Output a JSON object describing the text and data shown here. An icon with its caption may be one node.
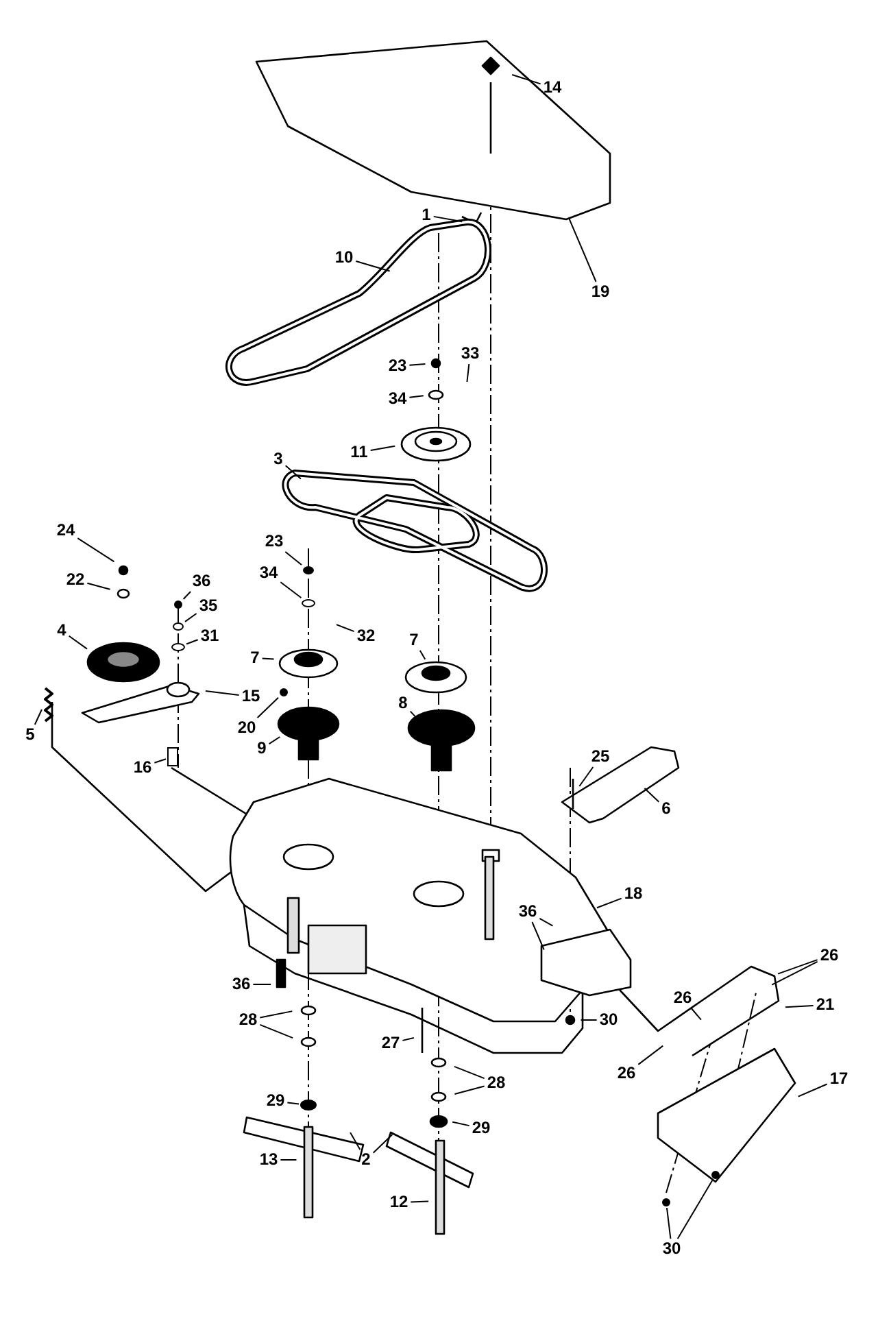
{
  "diagram": {
    "nodes": [
      {
        "text": [
          "14"
        ]
      },
      {
        "text": [
          "1"
        ]
      },
      {
        "text": [
          "19"
        ]
      },
      {
        "text": [
          "10"
        ]
      },
      {
        "text": [
          "23"
        ]
      },
      {
        "text": [
          "33"
        ]
      },
      {
        "text": [
          "34"
        ]
      },
      {
        "text": [
          "11"
        ]
      },
      {
        "text": [
          "3"
        ]
      },
      {
        "text": [
          "24"
        ]
      },
      {
        "text": [
          "23"
        ]
      },
      {
        "text": [
          "36"
        ]
      },
      {
        "text": [
          "22"
        ]
      },
      {
        "text": [
          "34"
        ]
      },
      {
        "text": [
          "35"
        ]
      },
      {
        "text": [
          "4"
        ]
      },
      {
        "text": [
          "31"
        ]
      },
      {
        "text": [
          "32"
        ]
      },
      {
        "text": [
          "7"
        ]
      },
      {
        "text": [
          "7"
        ]
      },
      {
        "text": [
          "15"
        ]
      },
      {
        "text": [
          "5"
        ]
      },
      {
        "text": [
          "20"
        ]
      },
      {
        "text": [
          "8"
        ]
      },
      {
        "text": [
          "9"
        ]
      },
      {
        "text": [
          "16"
        ]
      },
      {
        "text": [
          "25"
        ]
      },
      {
        "text": [
          "6"
        ]
      },
      {
        "text": [
          "18"
        ]
      },
      {
        "text": [
          "36"
        ]
      },
      {
        "text": [
          "26"
        ]
      },
      {
        "text": [
          "26"
        ]
      },
      {
        "text": [
          "21"
        ]
      },
      {
        "text": [
          "36"
        ]
      },
      {
        "text": [
          "30"
        ]
      },
      {
        "text": [
          "28"
        ]
      },
      {
        "text": [
          "26"
        ]
      },
      {
        "text": [
          "27"
        ]
      },
      {
        "text": [
          "17"
        ]
      },
      {
        "text": [
          "28"
        ]
      },
      {
        "text": [
          "29"
        ]
      },
      {
        "text": [
          "2"
        ]
      },
      {
        "text": [
          "13"
        ]
      },
      {
        "text": [
          "29"
        ]
      },
      {
        "text": [
          "12"
        ]
      },
      {
        "text": [
          "30"
        ]
      },
      {
        "text": [],
        "shape": "circle"
      },
      {
        "text": [],
        "shape": "circle"
      },
      {
        "text": [],
        "shape": "circle"
      },
      {
        "text": [],
        "shape": "circle"
      },
      {
        "text": [],
        "shape": "circle"
      },
      {
        "text": [],
        "shape": "box"
      },
      {
        "text": [],
        "shape": "circle"
      },
      {
        "text": [],
        "shape": "circle"
      },
      {
        "text": [],
        "shape": "circle"
      },
      {
        "text": [],
        "shape": "circle"
      }
    ],
    "edges": [
      {
        "from": 0,
        "to": null,
        "arrow": "none"
      },
      {
        "from": 1,
        "to": null,
        "arrow": "none"
      },
      {
        "from": 2,
        "to": null,
        "arrow": "none"
      },
      {
        "from": 3,
        "to": null,
        "arrow": "none"
      },
      {
        "from": 4,
        "to": null,
        "arrow": "none"
      },
      {
        "from": 5,
        "to": null,
        "arrow": "none"
      },
      {
        "from": 6,
        "to": null,
        "arrow": "none"
      },
      {
        "from": 7,
        "to": null,
        "arrow": "none"
      },
      {
        "from": 8,
        "to": null,
        "arrow": "none"
      },
      {
        "from": 9,
        "to": null,
        "arrow": "none"
      },
      {
        "from": 10,
        "to": 46,
        "arrow": "none"
      },
      {
        "from": 11,
        "to": 48,
        "arrow": "none"
      },
      {
        "from": 12,
        "to": null,
        "arrow": "none"
      },
      {
        "from": 13,
        "to": 47,
        "arrow": "none"
      },
      {
        "from": 14,
        "to": 49,
        "arrow": "none"
      },
      {
        "from": 15,
        "to": null,
        "arrow": "none"
      },
      {
        "from": 16,
        "to": 50,
        "arrow": "none"
      },
      {
        "from": 17,
        "to": null,
        "arrow": "none"
      },
      {
        "from": 18,
        "to": null,
        "arrow": "none"
      },
      {
        "from": 19,
        "to": null,
        "arrow": "none"
      },
      {
        "from": 20,
        "to": null,
        "arrow": "none"
      },
      {
        "from": 21,
        "to": null,
        "arrow": "none"
      },
      {
        "from": 22,
        "to": 55,
        "arrow": "none"
      },
      {
        "from": 23,
        "to": null,
        "arrow": "none"
      },
      {
        "from": 24,
        "to": null,
        "arrow": "none"
      },
      {
        "from": 25,
        "to": 51,
        "arrow": "none"
      },
      {
        "from": 26,
        "to": null,
        "arrow": "none"
      },
      {
        "from": 27,
        "to": null,
        "arrow": "none"
      },
      {
        "from": 28,
        "to": null,
        "arrow": "none"
      },
      {
        "from": 29,
        "to": null,
        "arrow": "none"
      },
      {
        "from": 29,
        "to": null,
        "arrow": "none"
      },
      {
        "from": 30,
        "to": null,
        "arrow": "none"
      },
      {
        "from": 30,
        "to": null,
        "arrow": "none"
      },
      {
        "from": 31,
        "to": null,
        "arrow": "none"
      },
      {
        "from": 32,
        "to": null,
        "arrow": "none"
      },
      {
        "from": 33,
        "to": null,
        "arrow": "none"
      },
      {
        "from": 34,
        "to": null,
        "arrow": "none"
      },
      {
        "from": 35,
        "to": null,
        "arrow": "none"
      },
      {
        "from": 35,
        "to": null,
        "arrow": "none"
      },
      {
        "from": 36,
        "to": null,
        "arrow": "none"
      },
      {
        "from": 37,
        "to": null,
        "arrow": "none"
      },
      {
        "from": 38,
        "to": null,
        "arrow": "none"
      },
      {
        "from": 39,
        "to": null,
        "arrow": "none"
      },
      {
        "from": 39,
        "to": null,
        "arrow": "none"
      },
      {
        "from": 40,
        "to": 52,
        "arrow": "none"
      },
      {
        "from": 41,
        "to": null,
        "arrow": "none"
      },
      {
        "from": 41,
        "to": null,
        "arrow": "none"
      },
      {
        "from": 42,
        "to": null,
        "arrow": "none"
      },
      {
        "from": 43,
        "to": null,
        "arrow": "none"
      },
      {
        "from": 44,
        "to": null,
        "arrow": "none"
      },
      {
        "from": 45,
        "to": 53,
        "arrow": "none"
      },
      {
        "from": 45,
        "to": 54,
        "arrow": "none"
      }
    ]
  }
}
